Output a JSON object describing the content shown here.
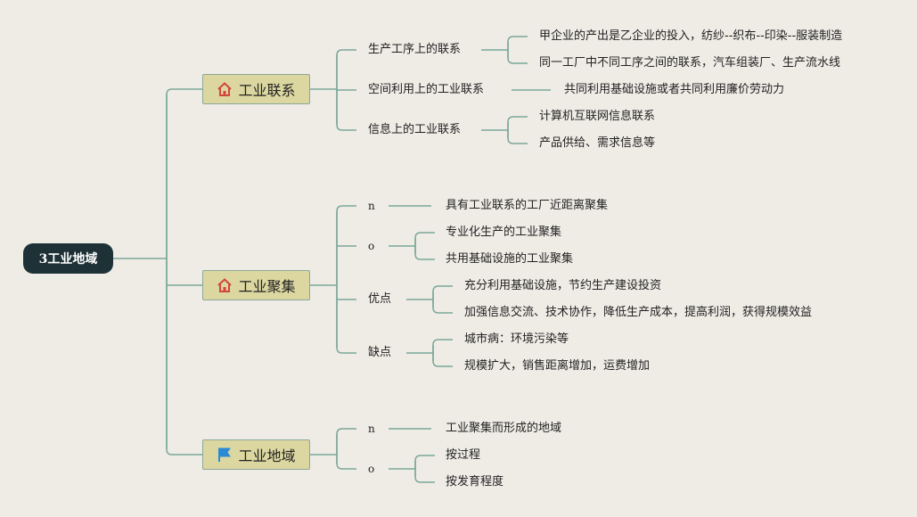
{
  "root": {
    "label": "3工业地域"
  },
  "branches": [
    {
      "label": "工业联系",
      "icon": "house-icon",
      "children": [
        {
          "label": "生产工序上的联系",
          "children": [
            "甲企业的产出是乙企业的投入，纺纱--织布--印染--服装制造",
            "同一工厂中不同工序之间的联系，汽车组装厂、生产流水线"
          ]
        },
        {
          "label": "空间利用上的工业联系",
          "children": [
            "共同利用基础设施或者共同利用廉价劳动力"
          ]
        },
        {
          "label": "信息上的工业联系",
          "children": [
            "计算机互联网信息联系",
            "产品供给、需求信息等"
          ]
        }
      ]
    },
    {
      "label": "工业聚集",
      "icon": "house-icon",
      "children": [
        {
          "label": "n",
          "children": [
            "具有工业联系的工厂近距离聚集"
          ]
        },
        {
          "label": "o",
          "children": [
            "专业化生产的工业聚集",
            "共用基础设施的工业聚集"
          ]
        },
        {
          "label": "优点",
          "children": [
            "充分利用基础设施，节约生产建设投资",
            "加强信息交流、技术协作，降低生产成本，提高利润，获得规模效益"
          ]
        },
        {
          "label": "缺点",
          "children": [
            "城市病：环境污染等",
            "规模扩大，销售距离增加，运费增加"
          ]
        }
      ]
    },
    {
      "label": "工业地域",
      "icon": "flag-icon",
      "children": [
        {
          "label": "n",
          "children": [
            "工业聚集而形成的地域"
          ]
        },
        {
          "label": "o",
          "children": [
            "按过程",
            "按发育程度"
          ]
        }
      ]
    }
  ],
  "colors": {
    "line": "#7aa898",
    "root_bg": "#1e3137",
    "branch_bg": "#dcd7a0",
    "house": "#d2463c",
    "flag": "#2a8ad6"
  }
}
